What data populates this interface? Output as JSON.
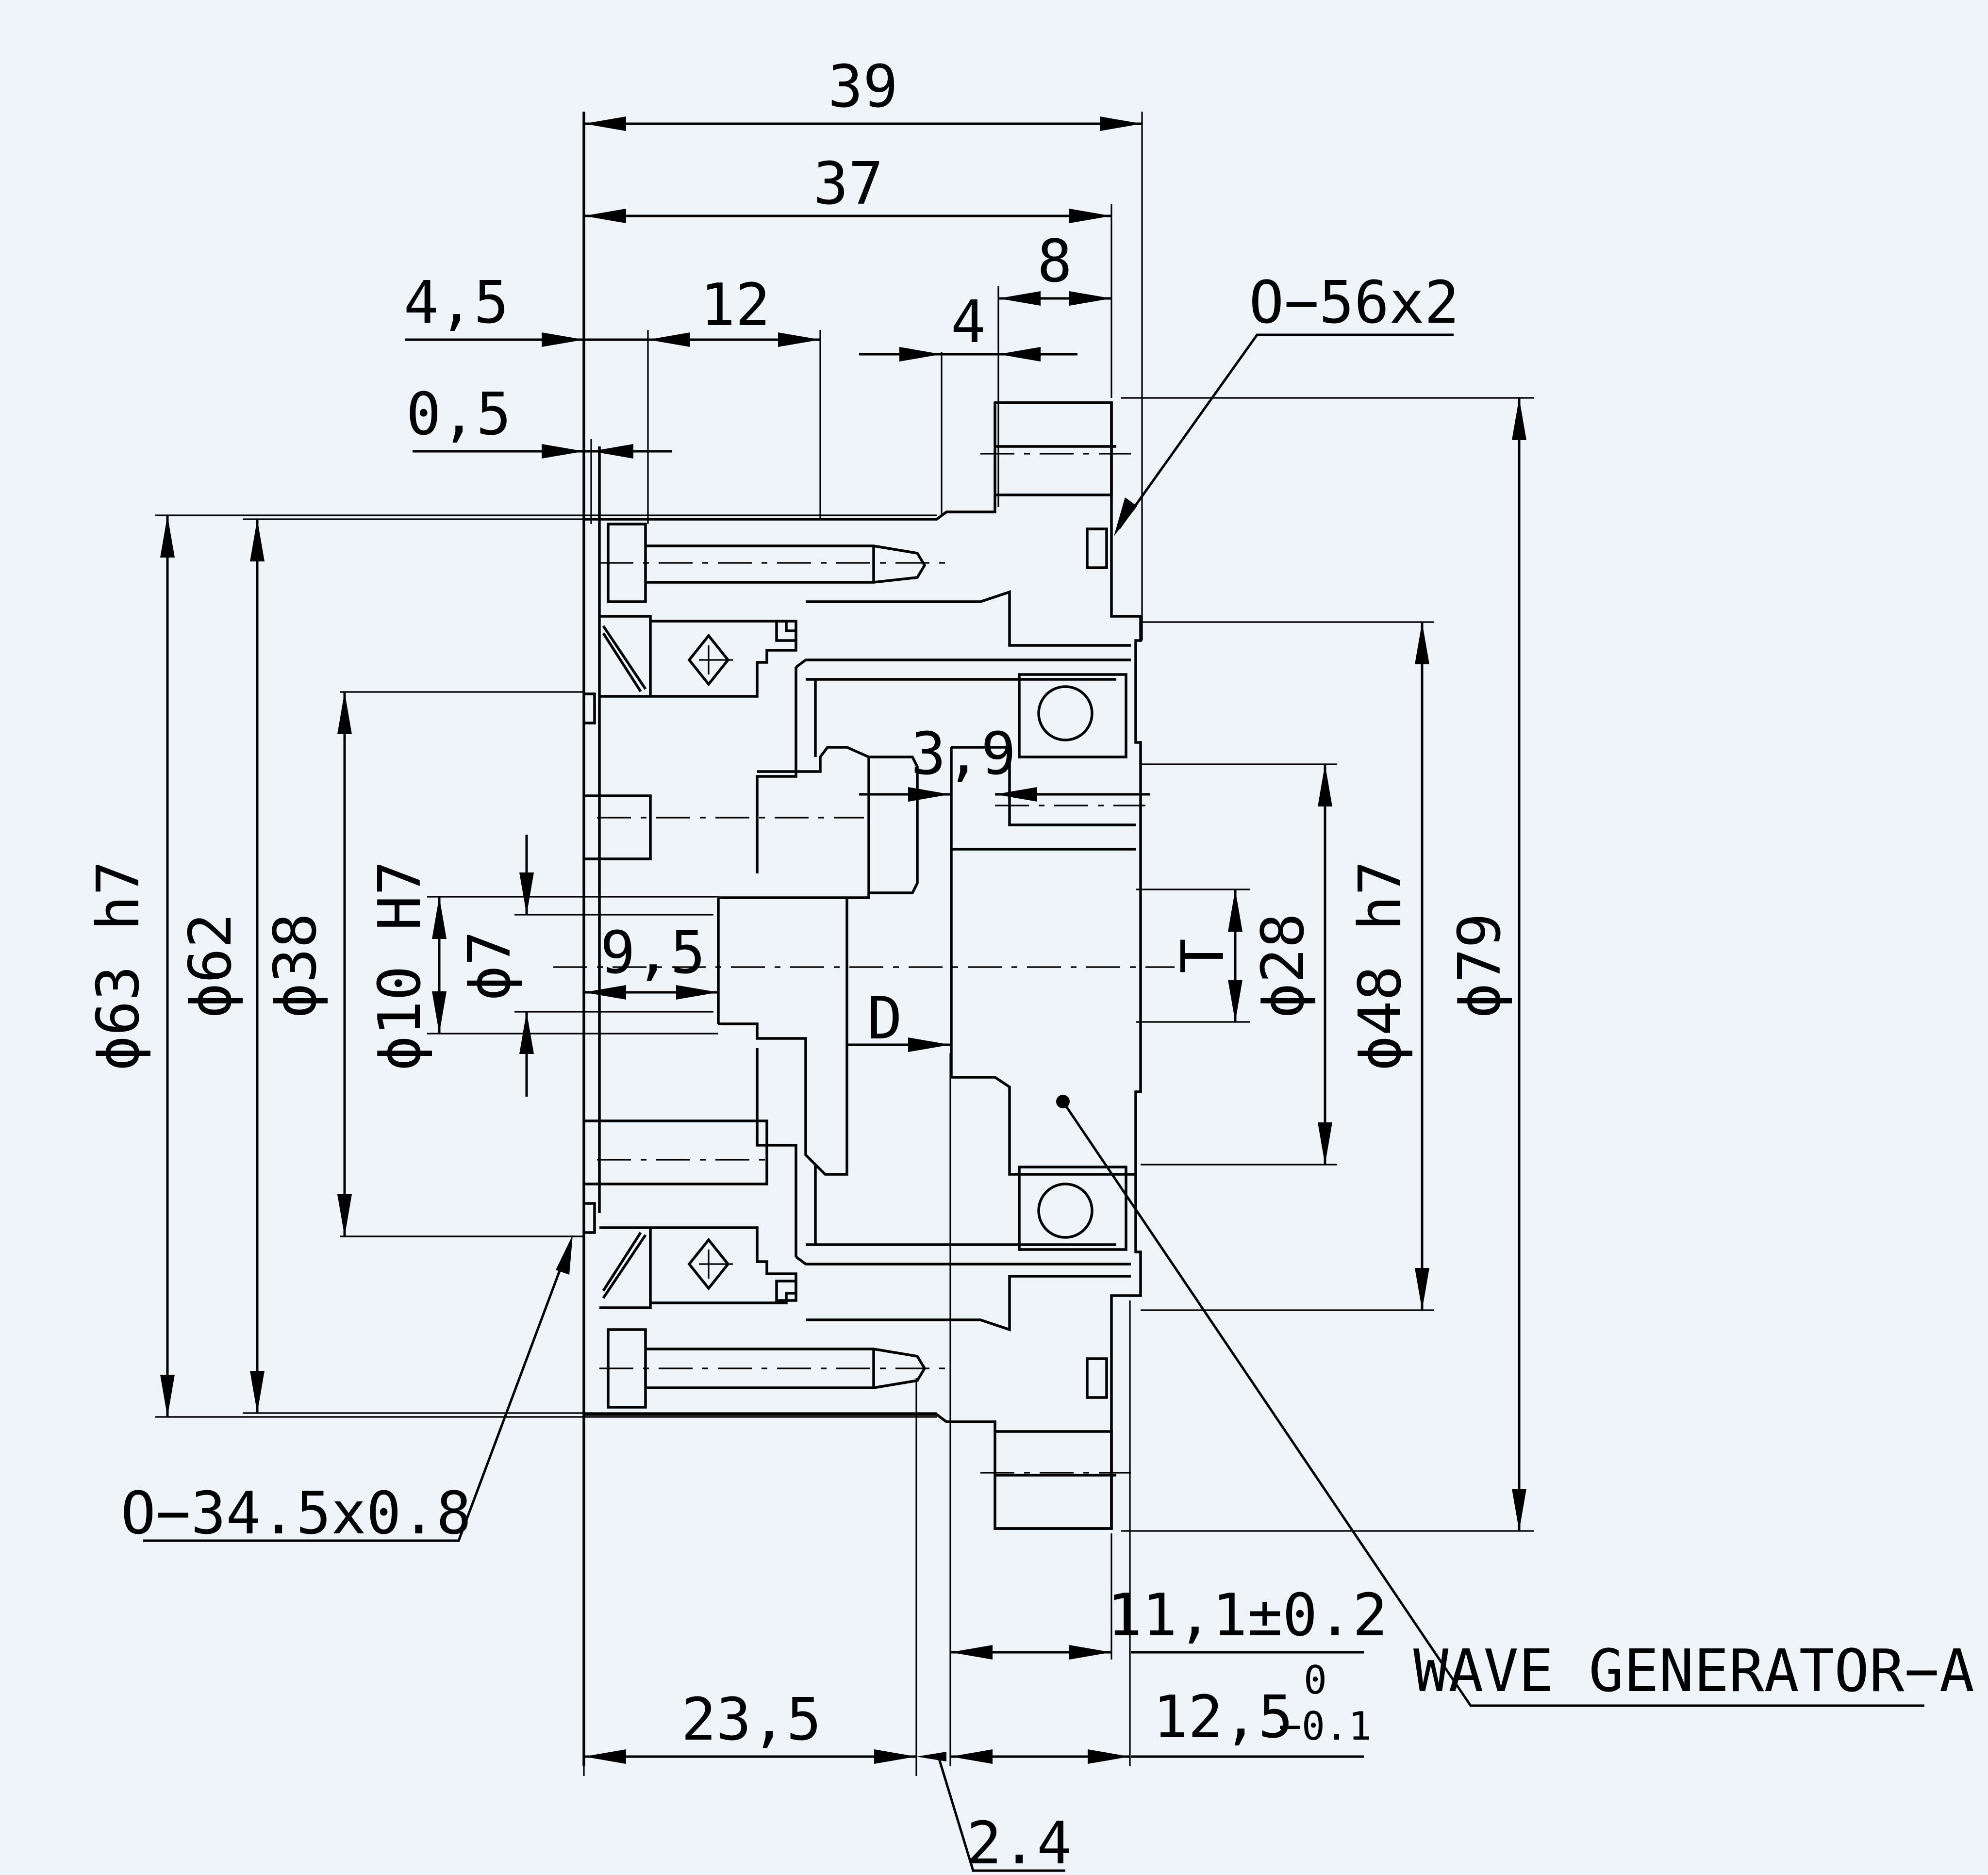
{
  "background_color": "#eef4f7",
  "line_color": "#000000",
  "dimensions": {
    "d39": "39",
    "d37": "37",
    "d8": "8",
    "d4_5": "4,5",
    "d12": "12",
    "d4": "4",
    "d0_5": "0,5",
    "d3_9": "3,9",
    "d9_5": "9,5",
    "dD": "D",
    "dT": "T",
    "d23_5": "23,5",
    "d11_1": "11,1±0.2",
    "d12_5": "12,5",
    "d12_5_upper_tol": "0",
    "d12_5_lower_tol": "−0.1",
    "d2_4": "2.4"
  },
  "diameters": {
    "phi63": "ϕ63 h7",
    "phi62": "ϕ62",
    "phi38": "ϕ38",
    "phi10": "ϕ10 H7",
    "phi7": "ϕ7",
    "phi28": "ϕ28",
    "phi48": "ϕ48 h7",
    "phi79": "ϕ79"
  },
  "callouts": {
    "oring_outer": "O−56x2",
    "oring_inner": "O−34.5x0.8",
    "wave_generator": "WAVE GENERATOR−A"
  }
}
